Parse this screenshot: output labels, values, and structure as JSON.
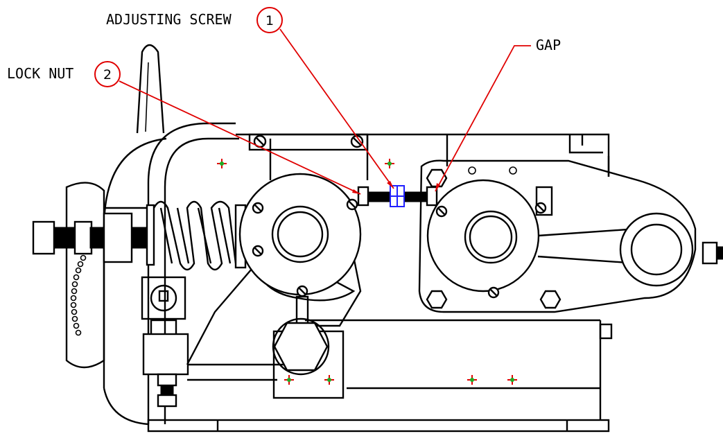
{
  "callouts": [
    {
      "label": "ADJUSTING SCREW",
      "number": "1"
    },
    {
      "label": "LOCK NUT",
      "number": "2"
    }
  ],
  "gap_label": "GAP",
  "colors": {
    "leader": "#e00000",
    "adjusting_screw_highlight": "#2020ff",
    "marker_cross": "#e00000",
    "marker_dot": "#22aa22",
    "drawing": "#000000"
  }
}
